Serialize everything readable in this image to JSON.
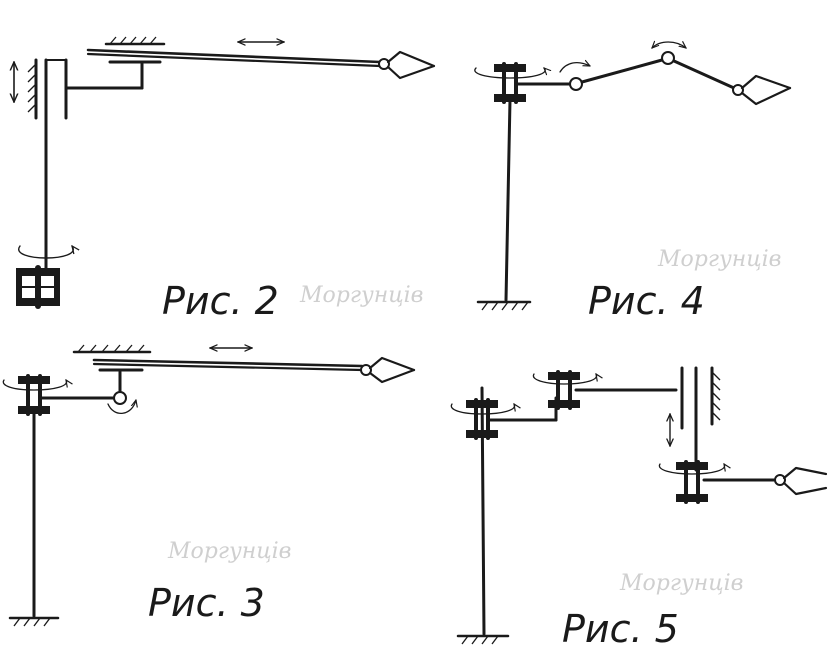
{
  "figures": [
    {
      "id": "fig2",
      "caption": "Рис. 2",
      "signature": "Моргунців"
    },
    {
      "id": "fig3",
      "caption": "Рис. 3",
      "signature": "Моргунців"
    },
    {
      "id": "fig4",
      "caption": "Рис. 4",
      "signature": "Моргунців"
    },
    {
      "id": "fig5",
      "caption": "Рис. 5",
      "signature": "Моргунців"
    }
  ],
  "colors": {
    "ink": "#1a1a1a",
    "paper": "#ffffff",
    "signature": "#cfcfcf"
  }
}
